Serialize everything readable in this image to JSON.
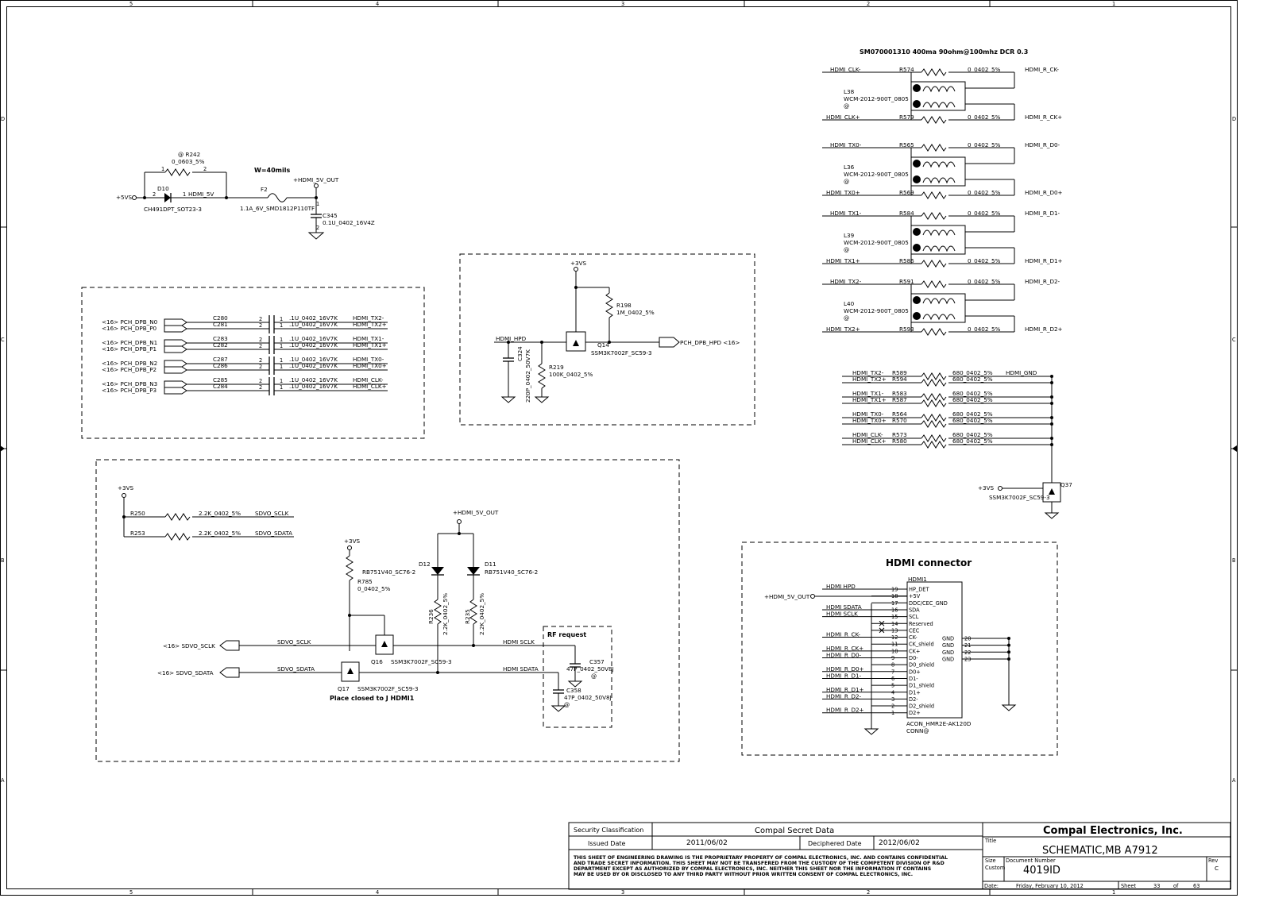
{
  "frame": {
    "col_labels": [
      "5",
      "4",
      "3",
      "2",
      "1"
    ],
    "row_labels": [
      "D",
      "C",
      "B",
      "A"
    ]
  },
  "power_section": {
    "r242_ref": "@ R242",
    "r242_val": "0_0603_5%",
    "d10_ref": "D10",
    "d10_part": "CH491DPT_SOT23-3",
    "net_5vs": "+5VS",
    "net_hdmi5v": "HDMI_5V",
    "width_note": "W=40mils",
    "f2_ref": "F2",
    "f2_part": "1.1A_6V_SMD1812P110TF",
    "net_out": "+HDMI_5V_OUT",
    "c345_ref": "C345",
    "c345_val": "0.1U_0402_16V4Z"
  },
  "dpb_block": {
    "rows": [
      {
        "in": "<16> PCH_DPB_N0",
        "cap": "C280",
        "val": ".1U_0402_16V7K",
        "out": "HDMI_TX2-"
      },
      {
        "in": "<16> PCH_DPB_P0",
        "cap": "C281",
        "val": ".1U_0402_16V7K",
        "out": "HDMI_TX2+"
      },
      {
        "in": "<16> PCH_DPB_N1",
        "cap": "C283",
        "val": ".1U_0402_16V7K",
        "out": "HDMI_TX1-"
      },
      {
        "in": "<16> PCH_DPB_P1",
        "cap": "C282",
        "val": ".1U_0402_16V7K",
        "out": "HDMI_TX1+"
      },
      {
        "in": "<16> PCH_DPB_N2",
        "cap": "C287",
        "val": ".1U_0402_16V7K",
        "out": "HDMI_TX0-"
      },
      {
        "in": "<16> PCH_DPB_P2",
        "cap": "C286",
        "val": ".1U_0402_16V7K",
        "out": "HDMI_TX0+"
      },
      {
        "in": "<16> PCH_DPB_N3",
        "cap": "C285",
        "val": ".1U_0402_16V7K",
        "out": "HDMI_CLK-"
      },
      {
        "in": "<16> PCH_DPB_P3",
        "cap": "C284",
        "val": ".1U_0402_16V7K",
        "out": "HDMI_CLK+"
      }
    ]
  },
  "hpd_block": {
    "net_3vs": "+3VS",
    "r198_ref": "R198",
    "r198_val": "1M_0402_5%",
    "hdmi_hpd": "HDMI_HPD",
    "q14_ref": "Q14",
    "q14_part": "SSM3K7002F_SC59-3",
    "pch_hpd": "PCH_DPB_HPD  <16>",
    "c324_ref": "C324",
    "c324_val": "220P_0402_50V7K",
    "r219_ref": "R219",
    "r219_val": "100K_0402_5%"
  },
  "sdvo_block": {
    "net_3vs": "+3VS",
    "r250_ref": "R250",
    "r250_val": "2.2K_0402_5%",
    "sdvo_sclk": "SDVO_SCLK",
    "r253_ref": "R253",
    "r253_val": "2.2K_0402_5%",
    "sdvo_sdata": "SDVO_SDATA",
    "hdmi5vout": "+HDMI_5V_OUT",
    "d12_ref": "D12",
    "d12_part": "RB751V40_SC76-2",
    "d11_ref": "D11",
    "d11_part": "RB751V40_SC76-2",
    "r785_ref": "R785",
    "r785_val": "0_0402_5%",
    "r_left_val": "2.2K_0402_5%",
    "r_right_val": "2.2K_0402_5%",
    "r_left_ref": "R236",
    "r_right_ref": "R235",
    "in_sclk": "<16> SDVO_SCLK",
    "in_sdata": "<16> SDVO_SDATA",
    "q16_ref": "Q16",
    "q16_part": "SSM3K7002F_SC59-3",
    "q17_ref": "Q17",
    "q17_part": "SSM3K7002F_SC59-3",
    "hdmi_sclk": "HDMI SCLK",
    "hdmi_sdata": "HDMI SDATA",
    "place_note": "Place closed to J HDMI1",
    "rf_title": "RF request",
    "c357_ref": "C357",
    "c357_val": "47P_0402_50V8J",
    "c357_at": "@",
    "c358_ref": "C358",
    "c358_val": "47P_0402_50V8J",
    "c358_at": "@"
  },
  "cm_block": {
    "header": "SM070001310 400ma 90ohm@100mhz DCR 0.3",
    "groups": [
      {
        "ln": "HDMI_CLK-",
        "lp": "HDMI_CLK+",
        "rtop": "R574",
        "rbot": "R579",
        "rv": "0_0402_5%",
        "ref": "L38",
        "part": "WCM-2012-900T_0805",
        "at": "@",
        "on": "HDMI_R_CK-",
        "op": "HDMI_R_CK+"
      },
      {
        "ln": "HDMI_TX0-",
        "lp": "HDMI_TX0+",
        "rtop": "R565",
        "rbot": "R569",
        "rv": "0_0402_5%",
        "ref": "L36",
        "part": "WCM-2012-900T_0805",
        "at": "@",
        "on": "HDMI_R_D0-",
        "op": "HDMI_R_D0+"
      },
      {
        "ln": "HDMI_TX1-",
        "lp": "HDMI_TX1+",
        "rtop": "R584",
        "rbot": "R586",
        "rv": "0_0402_5%",
        "ref": "L39",
        "part": "WCM-2012-900T_0805",
        "at": "@",
        "on": "HDMI_R_D1-",
        "op": "HDMI_R_D1+"
      },
      {
        "ln": "HDMI_TX2-",
        "lp": "HDMI_TX2+",
        "rtop": "R591",
        "rbot": "R593",
        "rv": "0_0402_5%",
        "ref": "L40",
        "part": "WCM-2012-900T_0805",
        "at": "@",
        "on": "HDMI_R_D2-",
        "op": "HDMI_R_D2+"
      }
    ]
  },
  "pulldown_block": {
    "gnd_net": "HDMI_GND",
    "rows": [
      {
        "net": "HDMI_TX2-",
        "ref": "R589",
        "val": "680_0402_5%"
      },
      {
        "net": "HDMI_TX2+",
        "ref": "R594",
        "val": "680_0402_5%"
      },
      {
        "net": "HDMI_TX1-",
        "ref": "R583",
        "val": "680_0402_5%"
      },
      {
        "net": "HDMI_TX1+",
        "ref": "R587",
        "val": "680_0402_5%"
      },
      {
        "net": "HDMI_TX0-",
        "ref": "R564",
        "val": "680_0402_5%"
      },
      {
        "net": "HDMI_TX0+",
        "ref": "R570",
        "val": "680_0402_5%"
      },
      {
        "net": "HDMI_CLK-",
        "ref": "R573",
        "val": "680_0402_5%"
      },
      {
        "net": "HDMI_CLK+",
        "ref": "R580",
        "val": "680_0402_5%"
      }
    ],
    "net_3vs": "+3VS",
    "q37_ref": "Q37",
    "q37_part": "SSM3K7002F_SC59-3"
  },
  "connector": {
    "title": "HDMI connector",
    "ref": "HDMI1",
    "part": "ACON_HMR2E-AK120D",
    "conn": "CONN@",
    "net_5v": "+HDMI_5V_OUT",
    "pins": [
      {
        "num": "19",
        "name": "HP_DET",
        "net": "HDMI HPD"
      },
      {
        "num": "18",
        "name": "+5V",
        "net": ""
      },
      {
        "num": "17",
        "name": "DDC/CEC_GND",
        "net": ""
      },
      {
        "num": "16",
        "name": "SDA",
        "net": "HDMI SDATA"
      },
      {
        "num": "15",
        "name": "SCL",
        "net": "HDMI SCLK"
      },
      {
        "num": "14",
        "name": "Reserved",
        "net": ""
      },
      {
        "num": "13",
        "name": "CEC",
        "net": ""
      },
      {
        "num": "12",
        "name": "CK-",
        "net": "HDMI_R_CK-"
      },
      {
        "num": "11",
        "name": "CK_shield",
        "net": ""
      },
      {
        "num": "10",
        "name": "CK+",
        "net": "HDMI_R_CK+"
      },
      {
        "num": "9",
        "name": "D0-",
        "net": "HDMI_R_D0-"
      },
      {
        "num": "8",
        "name": "D0_shield",
        "net": ""
      },
      {
        "num": "7",
        "name": "D0+",
        "net": "HDMI_R_D0+"
      },
      {
        "num": "6",
        "name": "D1-",
        "net": "HDMI_R_D1-"
      },
      {
        "num": "5",
        "name": "D1_shield",
        "net": ""
      },
      {
        "num": "4",
        "name": "D1+",
        "net": "HDMI_R_D1+"
      },
      {
        "num": "3",
        "name": "D2-",
        "net": "HDMI_R_D2-"
      },
      {
        "num": "2",
        "name": "D2_shield",
        "net": ""
      },
      {
        "num": "1",
        "name": "D2+",
        "net": "HDMI_R_D2+"
      }
    ],
    "gnd_pins": [
      {
        "name": "GND",
        "num": "20"
      },
      {
        "name": "GND",
        "num": "21"
      },
      {
        "name": "GND",
        "num": "22"
      },
      {
        "name": "GND",
        "num": "23"
      }
    ]
  },
  "title_block": {
    "security_label": "Security Classification",
    "security_value": "Compal Secret Data",
    "issued_label": "Issued Date",
    "issued_value": "2011/06/02",
    "deciphered_label": "Deciphered Date",
    "deciphered_value": "2012/06/02",
    "disclaimer": [
      "THIS SHEET OF ENGINEERING DRAWING IS THE PROPRIETARY PROPERTY OF COMPAL ELECTRONICS, INC. AND CONTAINS CONFIDENTIAL",
      "AND TRADE SECRET INFORMATION. THIS SHEET MAY NOT BE TRANSFERED FROM THE CUSTODY OF THE COMPETENT DIVISION OF R&D",
      "DEPARTMENT EXCEPT AS AUTHORIZED BY COMPAL ELECTRONICS, INC. NEITHER THIS SHEET NOR THE INFORMATION IT CONTAINS",
      "MAY BE USED BY OR DISCLOSED TO ANY THIRD PARTY WITHOUT PRIOR WRITTEN CONSENT OF COMPAL ELECTRONICS, INC."
    ],
    "company": "Compal Electronics, Inc.",
    "title_label": "Title",
    "title": "SCHEMATIC,MB A7912",
    "size_label": "Size",
    "size_value": "Custom",
    "docnum_label": "Document Number",
    "docnum": "4019ID",
    "rev_label": "Rev",
    "rev": "C",
    "date_label": "Date:",
    "date": "Friday, February 10, 2012",
    "sheet_label": "Sheet",
    "sheet": "33",
    "of_label": "of",
    "total": "63"
  }
}
